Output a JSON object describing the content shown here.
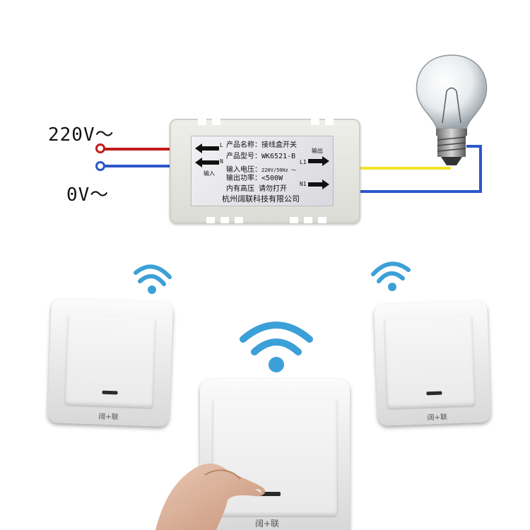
{
  "voltages": {
    "live": "220V～",
    "neutral": "0V～"
  },
  "receiver": {
    "line1": "产品名称：接线盒开关",
    "line2": "产品型号：WK6521-B",
    "line3_prefix": "输入电压：",
    "line3_value": "220V/50Hz ～",
    "line4": "输出功率：<500W",
    "line5": "内有高压  请勿打开",
    "line6": "杭州阔联科技有限公司",
    "term_l": "L",
    "term_n": "N",
    "term_l1": "L1",
    "term_n1": "N1",
    "input_label": "输入",
    "output_label": "输出"
  },
  "switches": {
    "left_brand": "阔+联",
    "center_brand": "阔+联",
    "right_brand": "阔+联"
  },
  "colors": {
    "live_wire": "#c21b1b",
    "neutral_wire": "#2b57c9",
    "load_wire": "#f2e32a",
    "wifi": "#3ca0d8"
  },
  "icons": [
    "light-bulb-icon",
    "wifi-icon",
    "arrow-left-icon",
    "arrow-right-icon"
  ]
}
